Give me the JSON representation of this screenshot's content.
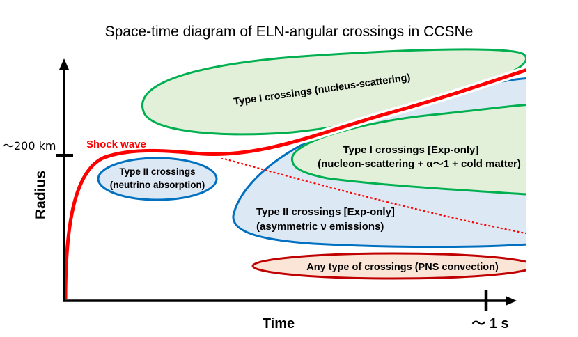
{
  "title": "Space-time diagram of ELN-angular crossings in CCSNe",
  "axes": {
    "y_label": "Radius",
    "x_label": "Time",
    "y_tick": "～200 km",
    "x_tick": "～ 1 s"
  },
  "shock_label": "Shock wave",
  "regions": {
    "type1_nucleus": "Type I crossings (nucleus-scattering)",
    "type1_exp_line1": "Type I crossings [Exp-only]",
    "type1_exp_line2": "(nucleon-scattering + α～1 + cold matter)",
    "type2_abs_line1": "Type II crossings",
    "type2_abs_line2": "(neutrino absorption)",
    "type2_exp_line1": "Type II crossings [Exp-only]",
    "type2_exp_line2": "(asymmetric ν emissions)",
    "pns": "Any type of crossings (PNS convection)"
  },
  "colors": {
    "green_fill": "#e2efd9",
    "green_stroke": "#00b050",
    "blue_fill": "#dde8f5",
    "blue_stroke": "#0070c0",
    "red_fill": "#fbe5d6",
    "red_stroke": "#c00000",
    "shock": "#ff0000"
  }
}
